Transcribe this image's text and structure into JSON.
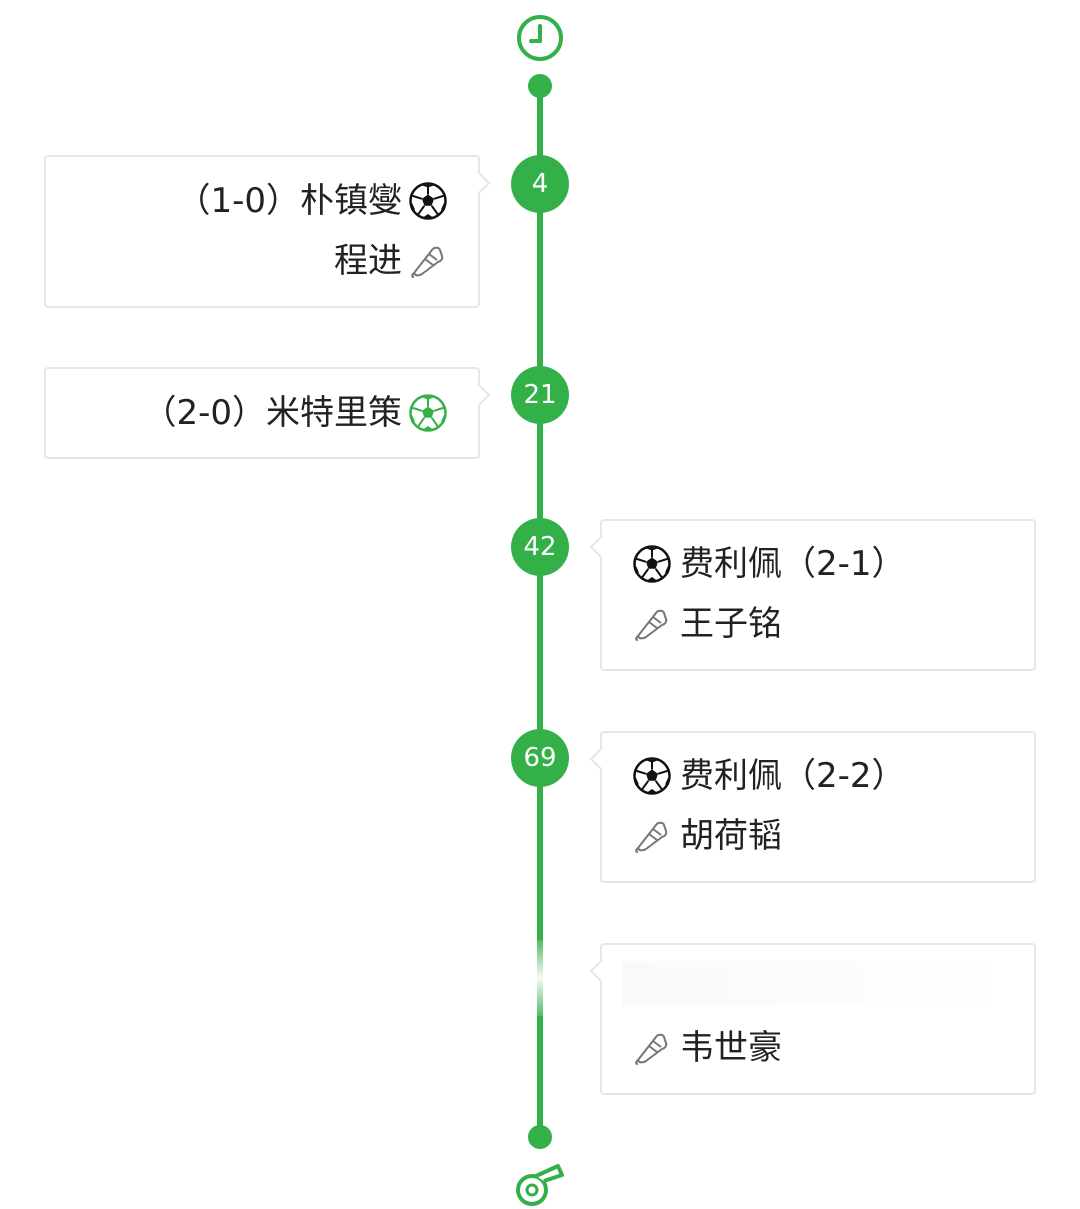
{
  "colors": {
    "accent": "#34b049",
    "card_border": "#e6e6e6",
    "text": "#222222"
  },
  "header": {
    "icon": "clock-icon"
  },
  "footer": {
    "icon": "whistle-icon"
  },
  "events": [
    {
      "minute": "4",
      "side": "left",
      "goal": {
        "text": "（1-0）朴镇燮",
        "icon": "football-icon"
      },
      "assist": {
        "text": "程进",
        "icon": "boot-icon"
      }
    },
    {
      "minute": "21",
      "side": "left",
      "goal": {
        "text": "（2-0）米特里策",
        "icon": "own-goal-football-icon"
      }
    },
    {
      "minute": "42",
      "side": "right",
      "goal": {
        "text": "费利佩（2-1）",
        "icon": "football-icon"
      },
      "assist": {
        "text": "王子铭",
        "icon": "boot-icon"
      }
    },
    {
      "minute": "69",
      "side": "right",
      "goal": {
        "text": "费利佩（2-2）",
        "icon": "football-icon"
      },
      "assist": {
        "text": "胡荷韬",
        "icon": "boot-icon"
      }
    },
    {
      "minute": "",
      "side": "right",
      "assist": {
        "text": "韦世豪",
        "icon": "boot-icon"
      }
    }
  ]
}
